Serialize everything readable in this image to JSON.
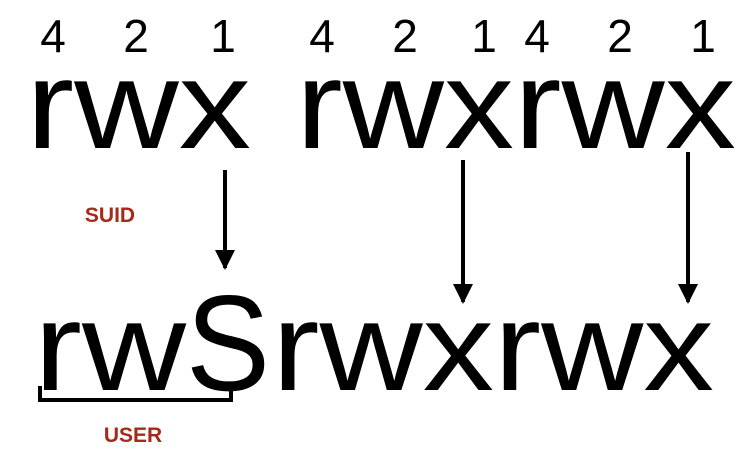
{
  "colors": {
    "text": "#000000",
    "label": "#a52a1a"
  },
  "weights_row": [
    "4",
    "2",
    "1",
    "4",
    "2",
    "1",
    "4",
    "2",
    "1"
  ],
  "permissions_top": [
    "rwx",
    "rwx",
    "rwx"
  ],
  "permissions_bottom": {
    "user_plain": "rw",
    "user_special": "S",
    "group": "rwx",
    "other": "rwx"
  },
  "labels": {
    "suid": "SUID",
    "user": "USER"
  }
}
